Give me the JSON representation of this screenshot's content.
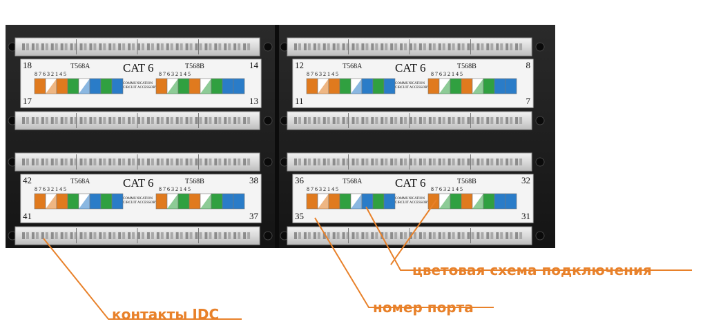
{
  "photo": {
    "modules": [
      {
        "port_top_left": "18",
        "port_top_right": "14",
        "port_bottom_left": "17",
        "port_bottom_right": "13",
        "standard_left": "T568A",
        "standard_right": "T568B",
        "category": "CAT 6",
        "footnote_line1": "COMMUNICATION",
        "footnote_line2": "CIRCUIT ACCESSORY",
        "pin_order": "8 7 6 3 2 1 4 5"
      },
      {
        "port_top_left": "12",
        "port_top_right": "8",
        "port_bottom_left": "11",
        "port_bottom_right": "7",
        "standard_left": "T568A",
        "standard_right": "T568B",
        "category": "CAT 6",
        "footnote_line1": "COMMUNICATION",
        "footnote_line2": "CIRCUIT ACCESSORY",
        "pin_order": "8 7 6 3 2 1 4 5"
      },
      {
        "port_top_left": "42",
        "port_top_right": "38",
        "port_bottom_left": "41",
        "port_bottom_right": "37",
        "standard_left": "T568A",
        "standard_right": "T568B",
        "category": "CAT 6",
        "footnote_line1": "COMMUNICATION",
        "footnote_line2": "CIRCUIT ACCESSORY",
        "pin_order": "8 7 6 3 2 1 4 5"
      },
      {
        "port_top_left": "36",
        "port_top_right": "32",
        "port_bottom_left": "35",
        "port_bottom_right": "31",
        "standard_left": "T568A",
        "standard_right": "T568B",
        "category": "CAT 6",
        "footnote_line1": "COMMUNICATION",
        "footnote_line2": "CIRCUIT ACCESSORY",
        "pin_order": "8 7 6 3 2 1 4 5"
      }
    ],
    "wire_colors": [
      "#e07a1e",
      "#ffffff",
      "#e07a1e",
      "#30a040",
      "#ffffff",
      "#2a7cc8",
      "#30a040",
      "#2a7cc8"
    ],
    "wire_colors_b": [
      "#e07a1e",
      "#ffffff",
      "#30a040",
      "#e07a1e",
      "#ffffff",
      "#30a040",
      "#2a7cc8",
      "#2a7cc8"
    ]
  },
  "annotations": {
    "wiring_scheme": "цветовая схема подключения",
    "port_number": "номер порта",
    "idc_contacts": "контакты IDC"
  },
  "colors": {
    "annotation": "#e8812a",
    "panel": "#1c1c1c",
    "label_card": "#f4f4f4"
  }
}
